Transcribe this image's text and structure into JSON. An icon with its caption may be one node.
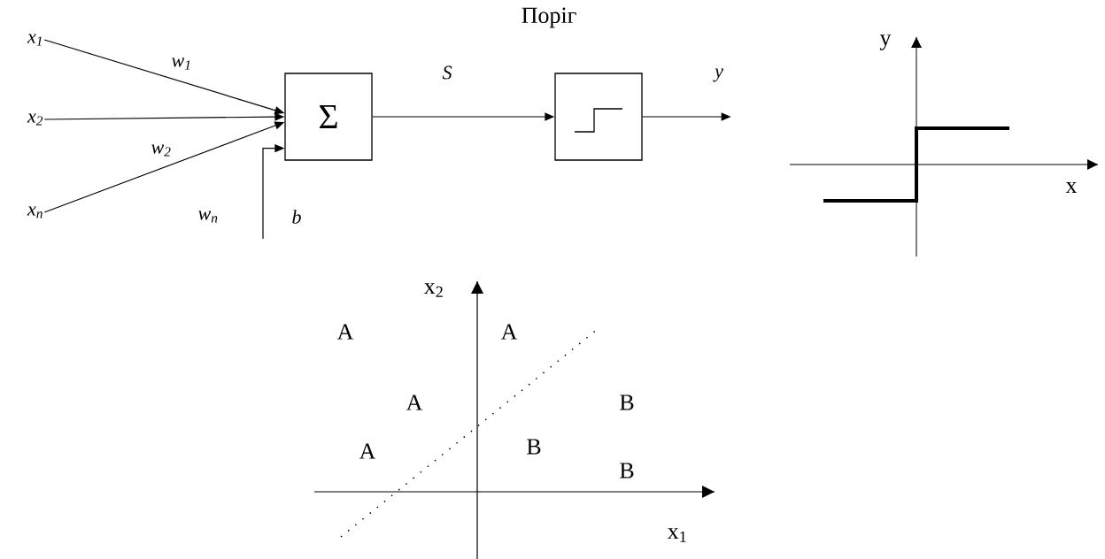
{
  "diagram": {
    "nodes": [
      {
        "text": [
          "x$_{1}$"
        ]
      },
      {
        "text": [
          "x$_{2}$"
        ]
      },
      {
        "text": [
          "x$_{n}$"
        ]
      },
      {
        "text": [
          "Σ"
        ]
      },
      {
        "text": [
          "Поріг"
        ]
      }
    ],
    "edges": [
      {
        "from": 0,
        "to": 3,
        "arrow": "to",
        "label": "w$_{1}$"
      },
      {
        "from": 1,
        "to": 3,
        "arrow": "to",
        "label": "w$_{2}$"
      },
      {
        "from": 2,
        "to": 3,
        "arrow": "to",
        "label": "w$_{n}$"
      },
      {
        "from": null,
        "to": 3,
        "arrow": "to",
        "label": "b"
      },
      {
        "from": 3,
        "to": 4,
        "arrow": "to",
        "label": "S"
      },
      {
        "from": 4,
        "to": null,
        "arrow": "to",
        "label": "y"
      }
    ],
    "labels": [
      "y",
      "x",
      "x$_{2}$",
      "A",
      "A",
      "A",
      "B",
      "A",
      "B",
      "B",
      "x$_{1}$"
    ]
  }
}
